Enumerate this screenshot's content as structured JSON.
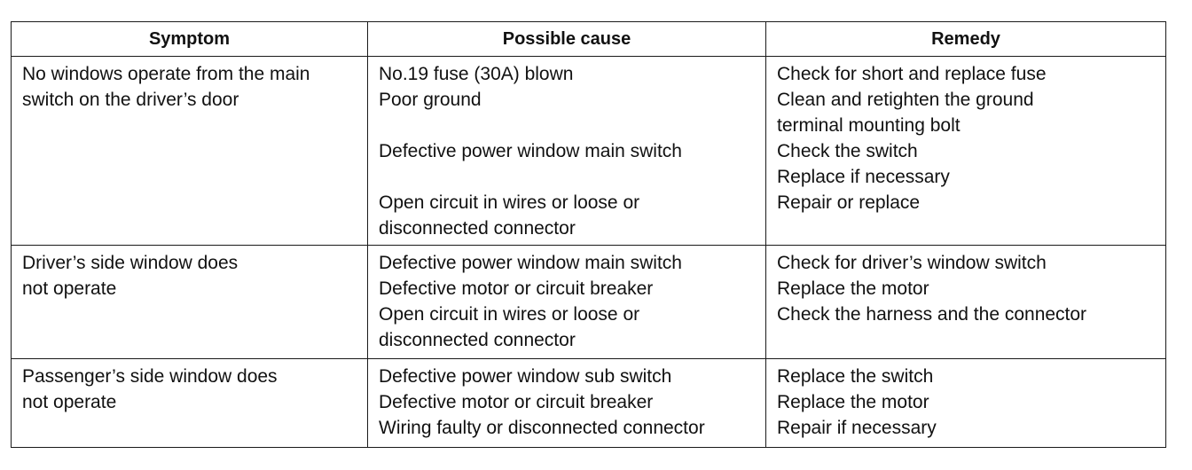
{
  "table": {
    "headers": {
      "symptom": "Symptom",
      "cause": "Possible cause",
      "remedy": "Remedy"
    },
    "rows": [
      {
        "symptom": [
          "No windows operate from the main",
          "switch on the driver’s door"
        ],
        "cause": [
          "No.19 fuse (30A) blown",
          "Poor ground",
          "",
          "Defective power window main switch",
          "",
          "Open circuit in wires or loose or",
          "disconnected connector"
        ],
        "remedy": [
          "Check for short and replace fuse",
          "Clean and retighten the ground",
          "terminal mounting bolt",
          "Check the switch",
          "Replace if necessary",
          "Repair or replace"
        ]
      },
      {
        "symptom": [
          "Driver’s side window does",
          "not operate"
        ],
        "cause": [
          "Defective power window main switch",
          "Defective motor or circuit breaker",
          "Open circuit in wires or loose or",
          "disconnected connector"
        ],
        "remedy": [
          "Check for driver’s window switch",
          "Replace the motor",
          "Check the harness and the connector"
        ]
      },
      {
        "symptom": [
          "Passenger’s side window does",
          "not operate"
        ],
        "cause": [
          "Defective power window sub switch",
          "Defective motor or circuit breaker",
          "Wiring faulty or disconnected connector"
        ],
        "remedy": [
          "Replace the switch",
          "Replace the motor",
          "Repair if necessary"
        ]
      }
    ]
  }
}
